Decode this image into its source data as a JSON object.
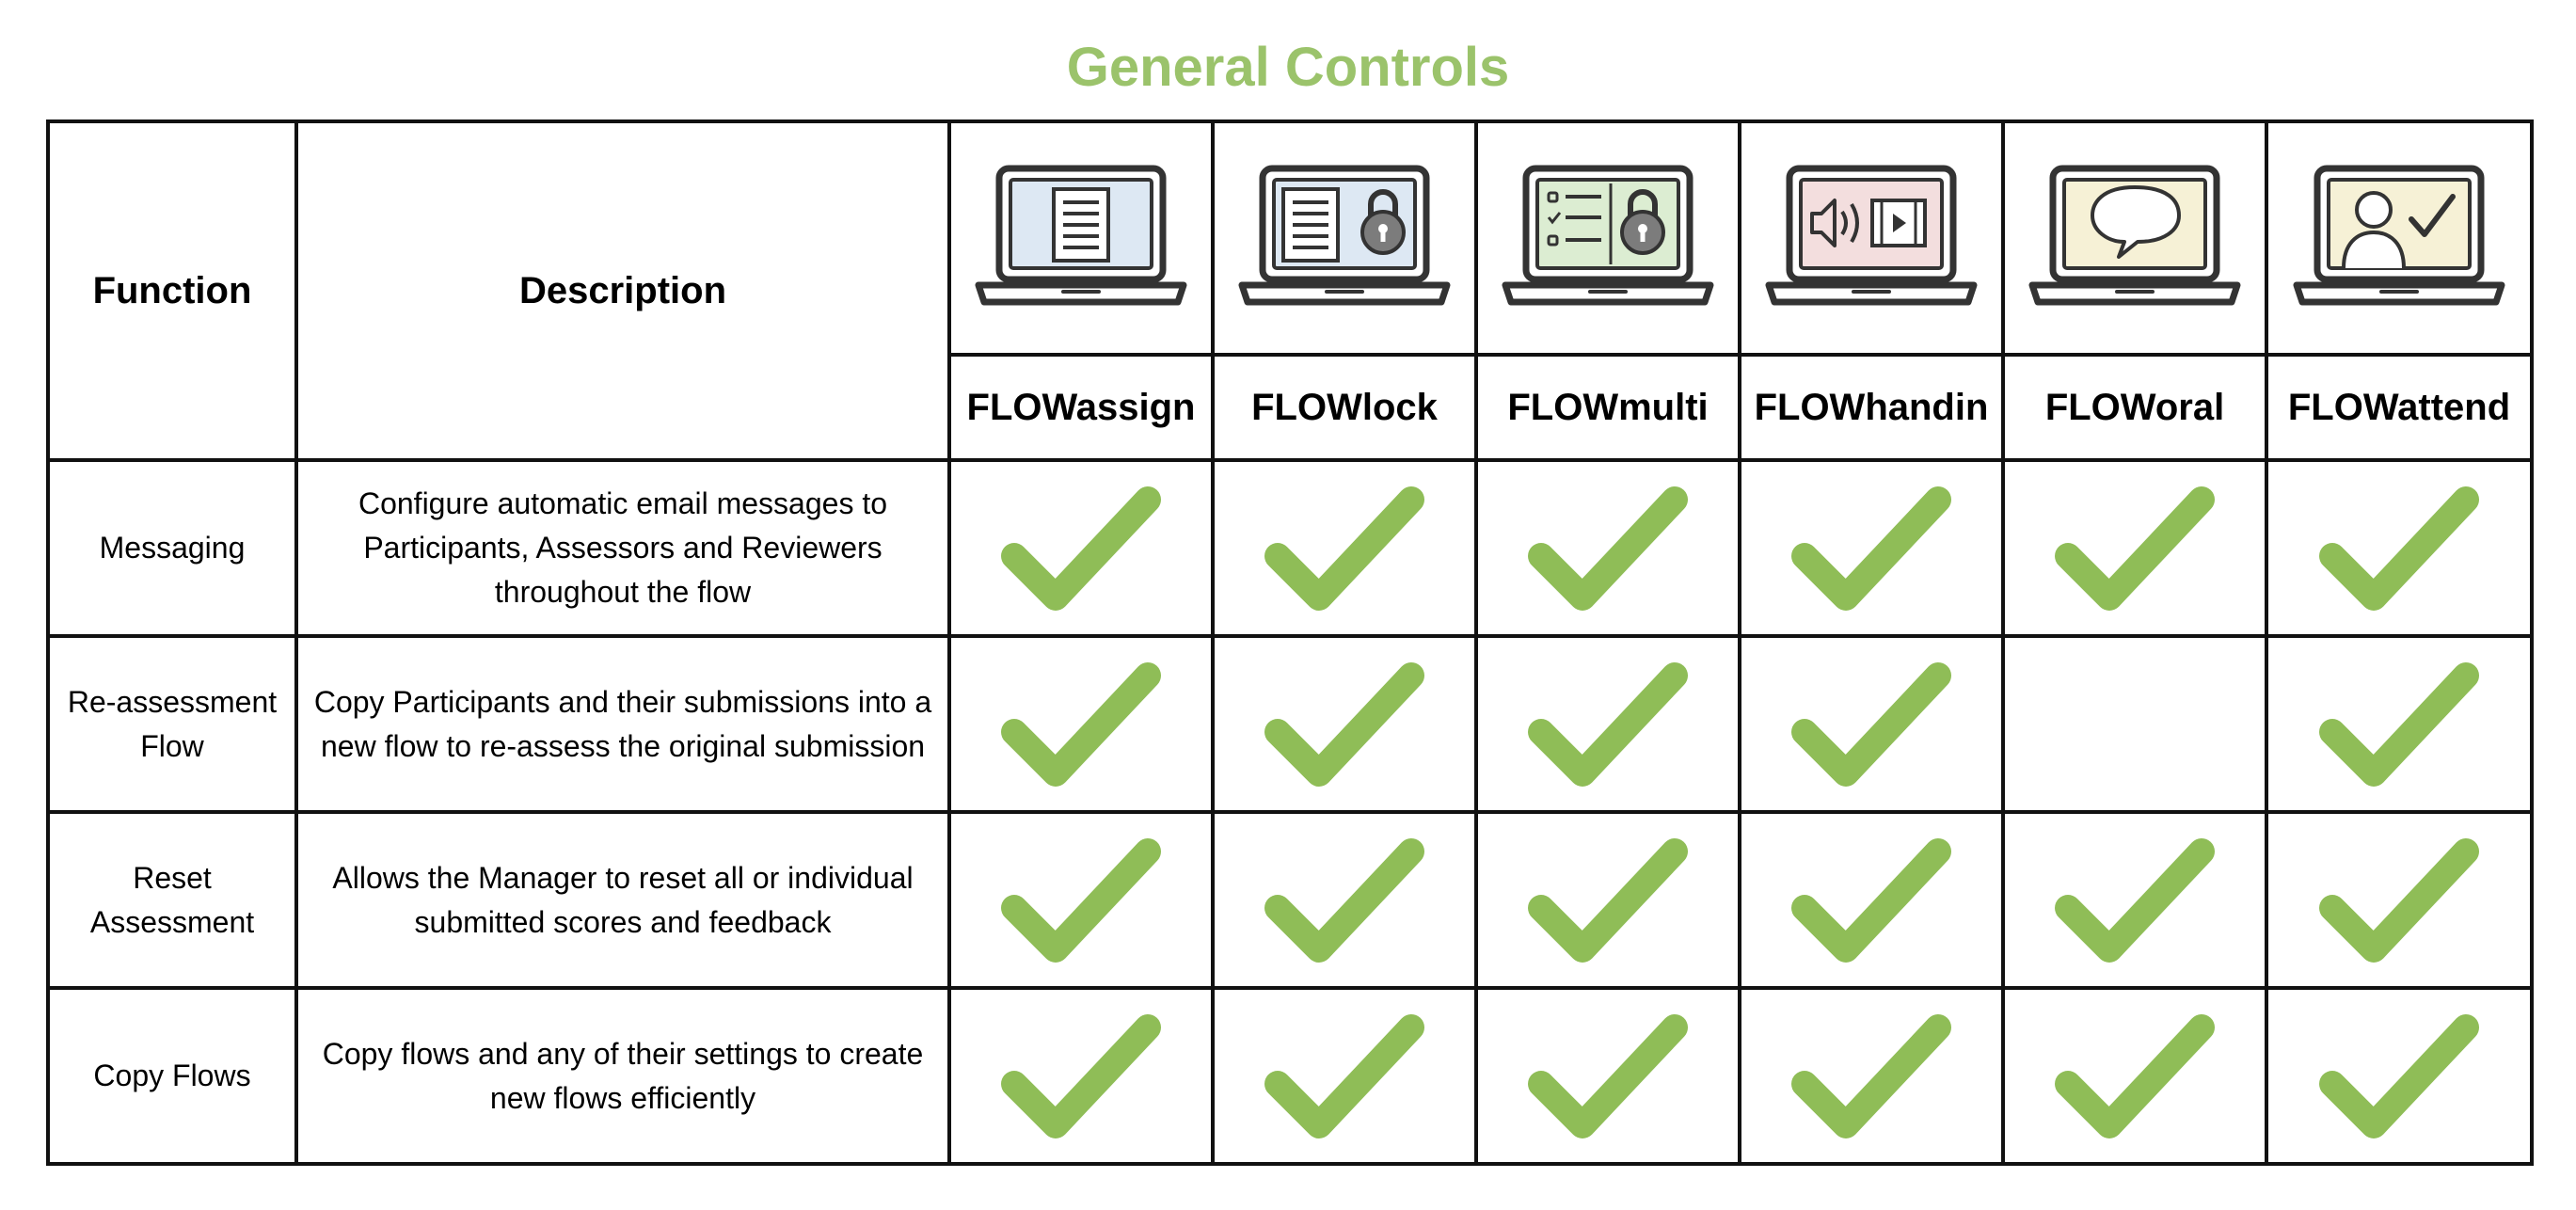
{
  "title": "General Controls",
  "header": {
    "function_label": "Function",
    "description_label": "Description"
  },
  "products": [
    {
      "name": "FLOWassign",
      "icon": "laptop-document-icon",
      "screen_color": "#dde8f3"
    },
    {
      "name": "FLOWlock",
      "icon": "laptop-document-lock-icon",
      "screen_color": "#dde8f3"
    },
    {
      "name": "FLOWmulti",
      "icon": "laptop-checklist-lock-icon",
      "screen_color": "#dcedd2"
    },
    {
      "name": "FLOWhandin",
      "icon": "laptop-audio-video-icon",
      "screen_color": "#f3dede"
    },
    {
      "name": "FLOWoral",
      "icon": "laptop-speech-bubble-icon",
      "screen_color": "#f6f1d6"
    },
    {
      "name": "FLOWattend",
      "icon": "laptop-person-check-icon",
      "screen_color": "#f6f1d6"
    }
  ],
  "rows": [
    {
      "function": "Messaging",
      "description": "Configure automatic email messages to Participants, Assessors and Reviewers throughout the flow",
      "checks": [
        true,
        true,
        true,
        true,
        true,
        true
      ]
    },
    {
      "function": "Re-assessment Flow",
      "description": "Copy Participants and their submissions into a new flow  to re-assess the original submission",
      "checks": [
        true,
        true,
        true,
        true,
        false,
        true
      ]
    },
    {
      "function": "Reset Assessment",
      "description": "Allows the Manager to reset all or individual submitted scores and feedback",
      "checks": [
        true,
        true,
        true,
        true,
        true,
        true
      ]
    },
    {
      "function": "Copy Flows",
      "description": "Copy flows and any of their settings to create new flows efficiently",
      "checks": [
        true,
        true,
        true,
        true,
        true,
        true
      ]
    }
  ],
  "colors": {
    "title": "#9bc36b",
    "check": "#8fbd57",
    "border": "#111111",
    "icon_outline": "#333333"
  }
}
